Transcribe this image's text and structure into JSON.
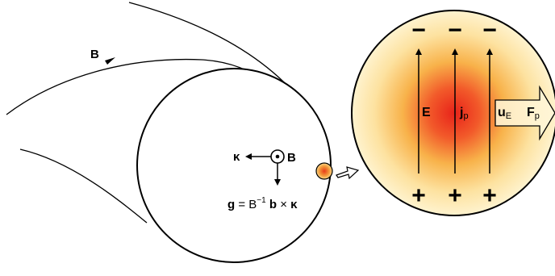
{
  "field_line_label": "B",
  "curvature": {
    "kappa_label": "κ",
    "b_label": "B",
    "formula_g": "g",
    "formula_eq": " = B",
    "formula_exp": "−1",
    "formula_b": " b",
    "formula_times": " × ",
    "formula_kappa": "κ"
  },
  "zoom": {
    "top_charges": [
      "−",
      "−",
      "−"
    ],
    "bottom_charges": [
      "+",
      "+",
      "+"
    ],
    "E_label": "E",
    "jp_main": "j",
    "jp_sub": "p",
    "uE_main": "u",
    "uE_sub": "E",
    "Fp_main": "F",
    "Fp_sub": "p"
  },
  "colors": {
    "blob_center": "#e8231a",
    "blob_mid": "#f6a33a",
    "blob_edge": "#fde6a8",
    "small_blob": "#f08a2a"
  }
}
